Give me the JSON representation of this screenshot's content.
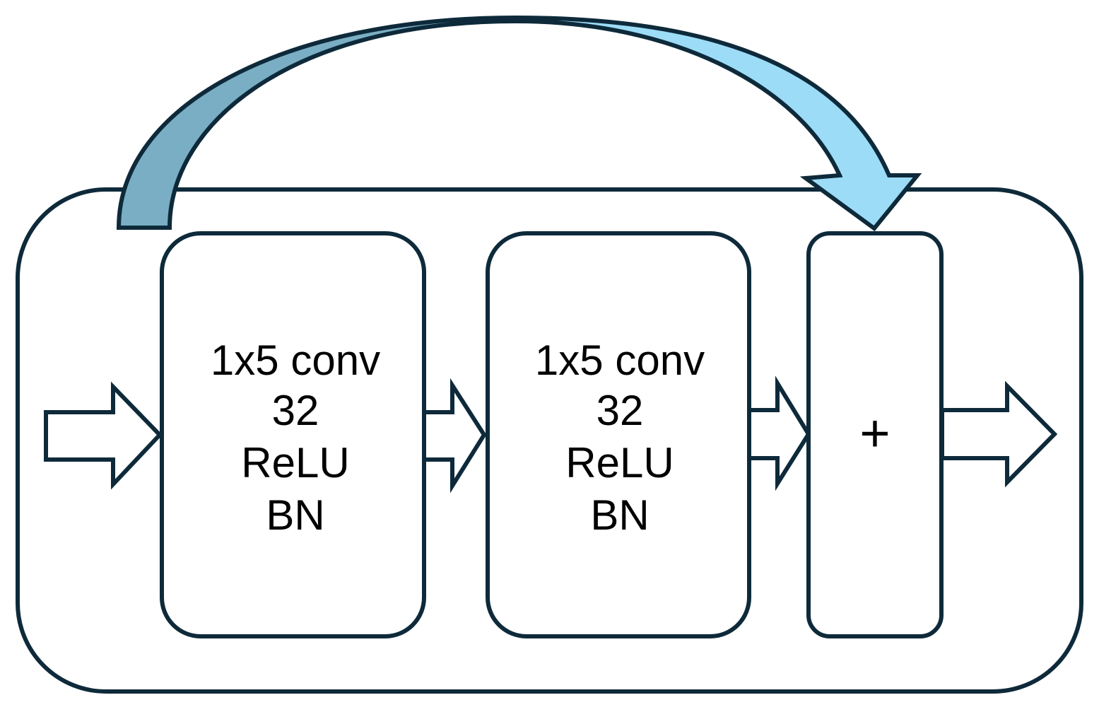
{
  "colors": {
    "stroke": "#0e2a3a",
    "skip_dark": "#7aaec4",
    "skip_light": "#9cdcf7",
    "box_fill": "#ffffff"
  },
  "block1": {
    "lines": [
      "1x5 conv",
      "32",
      "ReLU",
      "BN"
    ]
  },
  "block2": {
    "lines": [
      "1x5 conv",
      "32",
      "ReLU",
      "BN"
    ]
  },
  "add_block": {
    "symbol": "+"
  }
}
